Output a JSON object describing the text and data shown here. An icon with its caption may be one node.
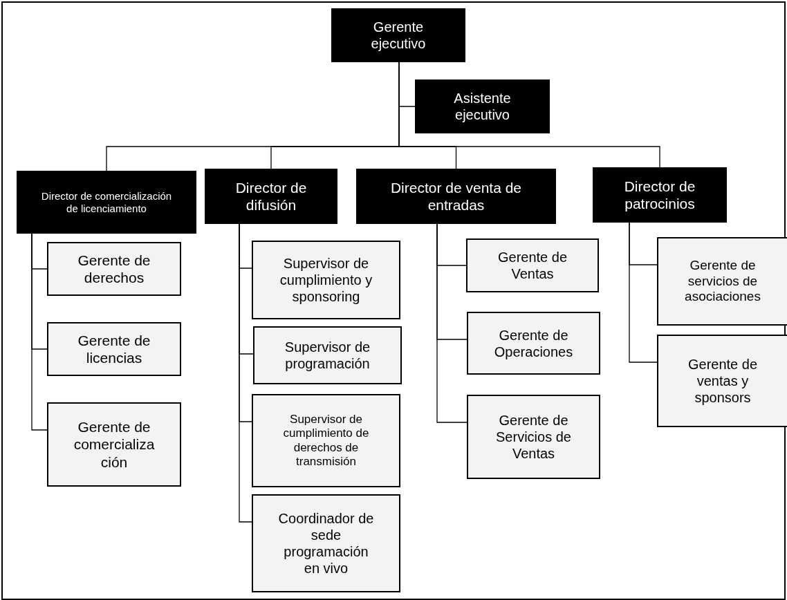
{
  "diagram": {
    "nodes": [
      {
        "text": [
          "Gerente ejecutivo"
        ]
      },
      {
        "text": [
          "Asistente ejecutivo"
        ]
      },
      {
        "text": [
          "Director de comercialización de licenciamiento"
        ]
      },
      {
        "text": [
          "Director de difusión"
        ]
      },
      {
        "text": [
          "Director de venta de entradas"
        ]
      },
      {
        "text": [
          "Director de patrocinios"
        ]
      },
      {
        "text": [
          "Gerente de derechos"
        ]
      },
      {
        "text": [
          "Gerente de licencias"
        ]
      },
      {
        "text": [
          "Gerente de comercializa ción"
        ]
      },
      {
        "text": [
          "Supervisor de cumplimiento y  sponsoring"
        ]
      },
      {
        "text": [
          "Supervisor de programación"
        ]
      },
      {
        "text": [
          "Supervisor de cumplimiento de derechos de transmisión"
        ]
      },
      {
        "text": [
          "Coordinador de sede programación en vivo"
        ]
      },
      {
        "text": [
          "Gerente de Ventas"
        ]
      },
      {
        "text": [
          "Gerente de Operaciones"
        ]
      },
      {
        "text": [
          "Gerente de Servicios de Ventas"
        ]
      },
      {
        "text": [
          "Gerente de servicios de asociaciones"
        ]
      },
      {
        "text": [
          "Gerente de ventas y sponsors"
        ]
      }
    ],
    "edges": [
      {
        "from": 0,
        "to": 1,
        "arrow": "none"
      },
      {
        "from": 0,
        "to": 2,
        "arrow": "none"
      },
      {
        "from": 0,
        "to": 3,
        "arrow": "none"
      },
      {
        "from": 0,
        "to": 4,
        "arrow": "none"
      },
      {
        "from": 0,
        "to": 5,
        "arrow": "none"
      },
      {
        "from": 2,
        "to": 6,
        "arrow": "none"
      },
      {
        "from": 2,
        "to": 7,
        "arrow": "none"
      },
      {
        "from": 2,
        "to": 8,
        "arrow": "none"
      },
      {
        "from": 3,
        "to": 9,
        "arrow": "none"
      },
      {
        "from": 3,
        "to": 10,
        "arrow": "none"
      },
      {
        "from": 3,
        "to": 11,
        "arrow": "none"
      },
      {
        "from": 3,
        "to": 12,
        "arrow": "none"
      },
      {
        "from": 4,
        "to": 13,
        "arrow": "none"
      },
      {
        "from": 4,
        "to": 14,
        "arrow": "none"
      },
      {
        "from": 4,
        "to": 15,
        "arrow": "none"
      },
      {
        "from": 5,
        "to": 16,
        "arrow": "none"
      },
      {
        "from": 5,
        "to": 17,
        "arrow": "none"
      }
    ]
  }
}
